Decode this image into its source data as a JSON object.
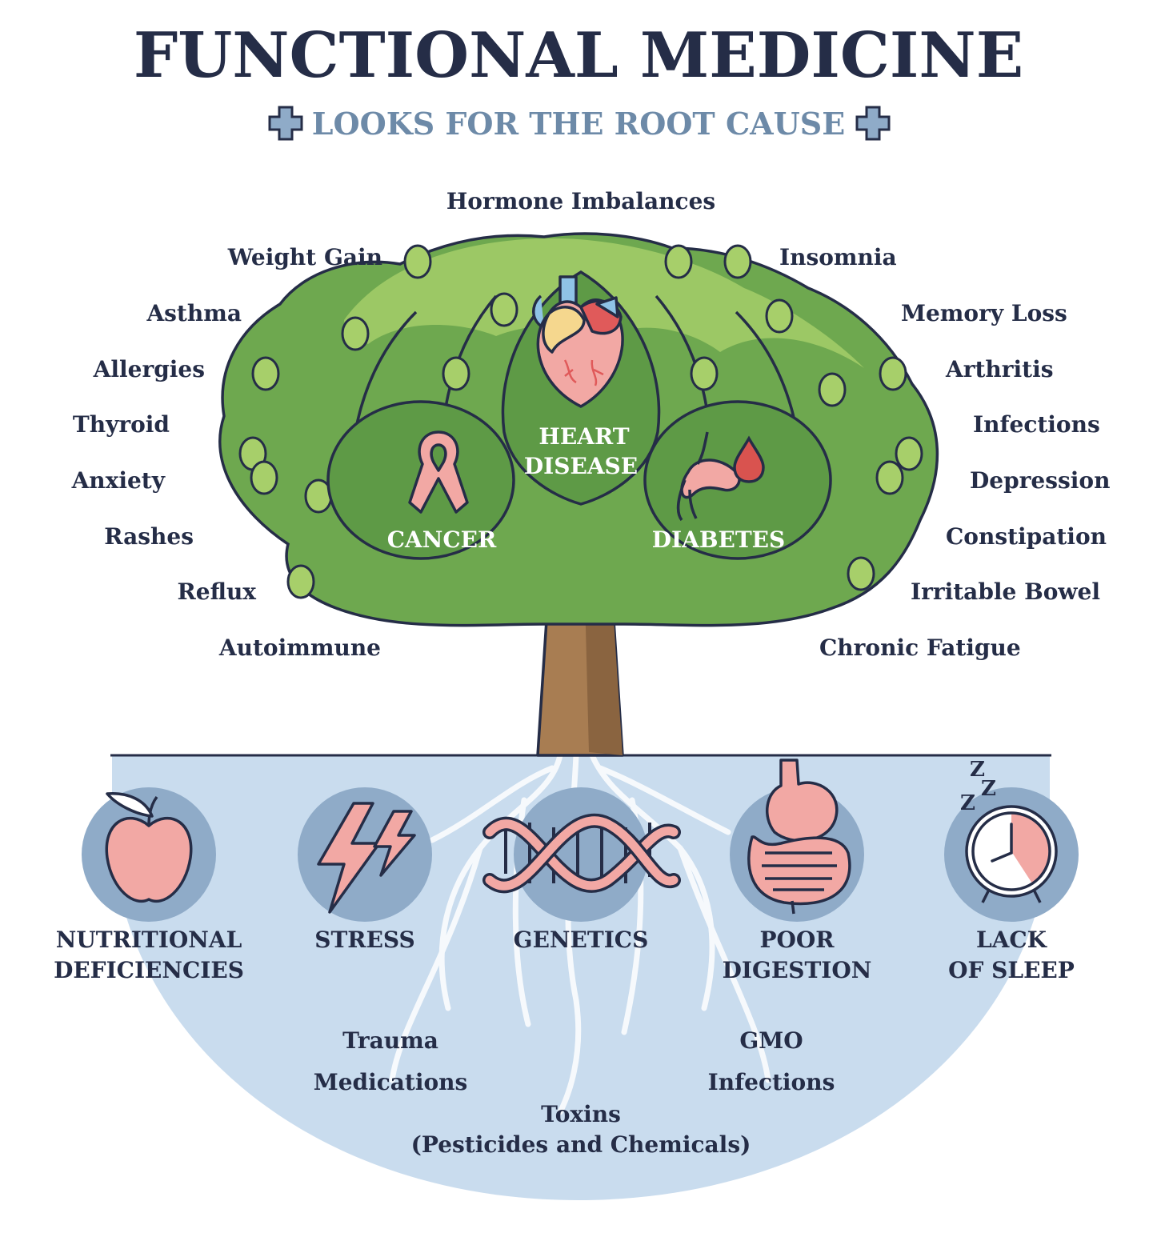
{
  "title": "FUNCTIONAL MEDICINE",
  "subtitle": "LOOKS FOR THE ROOT CAUSE",
  "colors": {
    "navy": "#252d47",
    "slate_blue": "#6d8aa8",
    "leaf_green": "#6ea84f",
    "light_green": "#a7cf6a",
    "trunk_brown": "#a87d52",
    "soil_blue": "#c9dcee",
    "circle_blue": "#8fabc8",
    "pink": "#e89693",
    "red": "#d9534f"
  },
  "symptoms_left": [
    "Weight Gain",
    "Asthma",
    "Allergies",
    "Thyroid",
    "Anxiety",
    "Rashes",
    "Reflux",
    "Autoimmune"
  ],
  "symptom_top": "Hormone Imbalances",
  "symptoms_right": [
    "Insomnia",
    "Memory Loss",
    "Arthritis",
    "Infections",
    "Depression",
    "Constipation",
    "Irritable Bowel",
    "Chronic Fatigue"
  ],
  "diseases": {
    "heart": [
      "HEART",
      "DISEASE"
    ],
    "cancer": "CANCER",
    "diabetes": "DIABETES"
  },
  "root_causes": [
    {
      "icon": "apple-icon",
      "lines": [
        "NUTRITIONAL",
        "DEFICIENCIES"
      ]
    },
    {
      "icon": "lightning-icon",
      "lines": [
        "STRESS"
      ]
    },
    {
      "icon": "dna-icon",
      "lines": [
        "GENETICS"
      ]
    },
    {
      "icon": "stomach-icon",
      "lines": [
        "POOR",
        "DIGESTION"
      ]
    },
    {
      "icon": "alarm-clock-icon",
      "lines": [
        "LACK",
        "OF SLEEP"
      ]
    }
  ],
  "underground_left": [
    "Trauma",
    "Medications"
  ],
  "underground_right": [
    "GMO",
    "Infections"
  ],
  "underground_bottom": [
    "Toxins",
    "(Pesticides and Chemicals)"
  ],
  "sleep_letters": [
    "Z",
    "Z",
    "Z"
  ]
}
